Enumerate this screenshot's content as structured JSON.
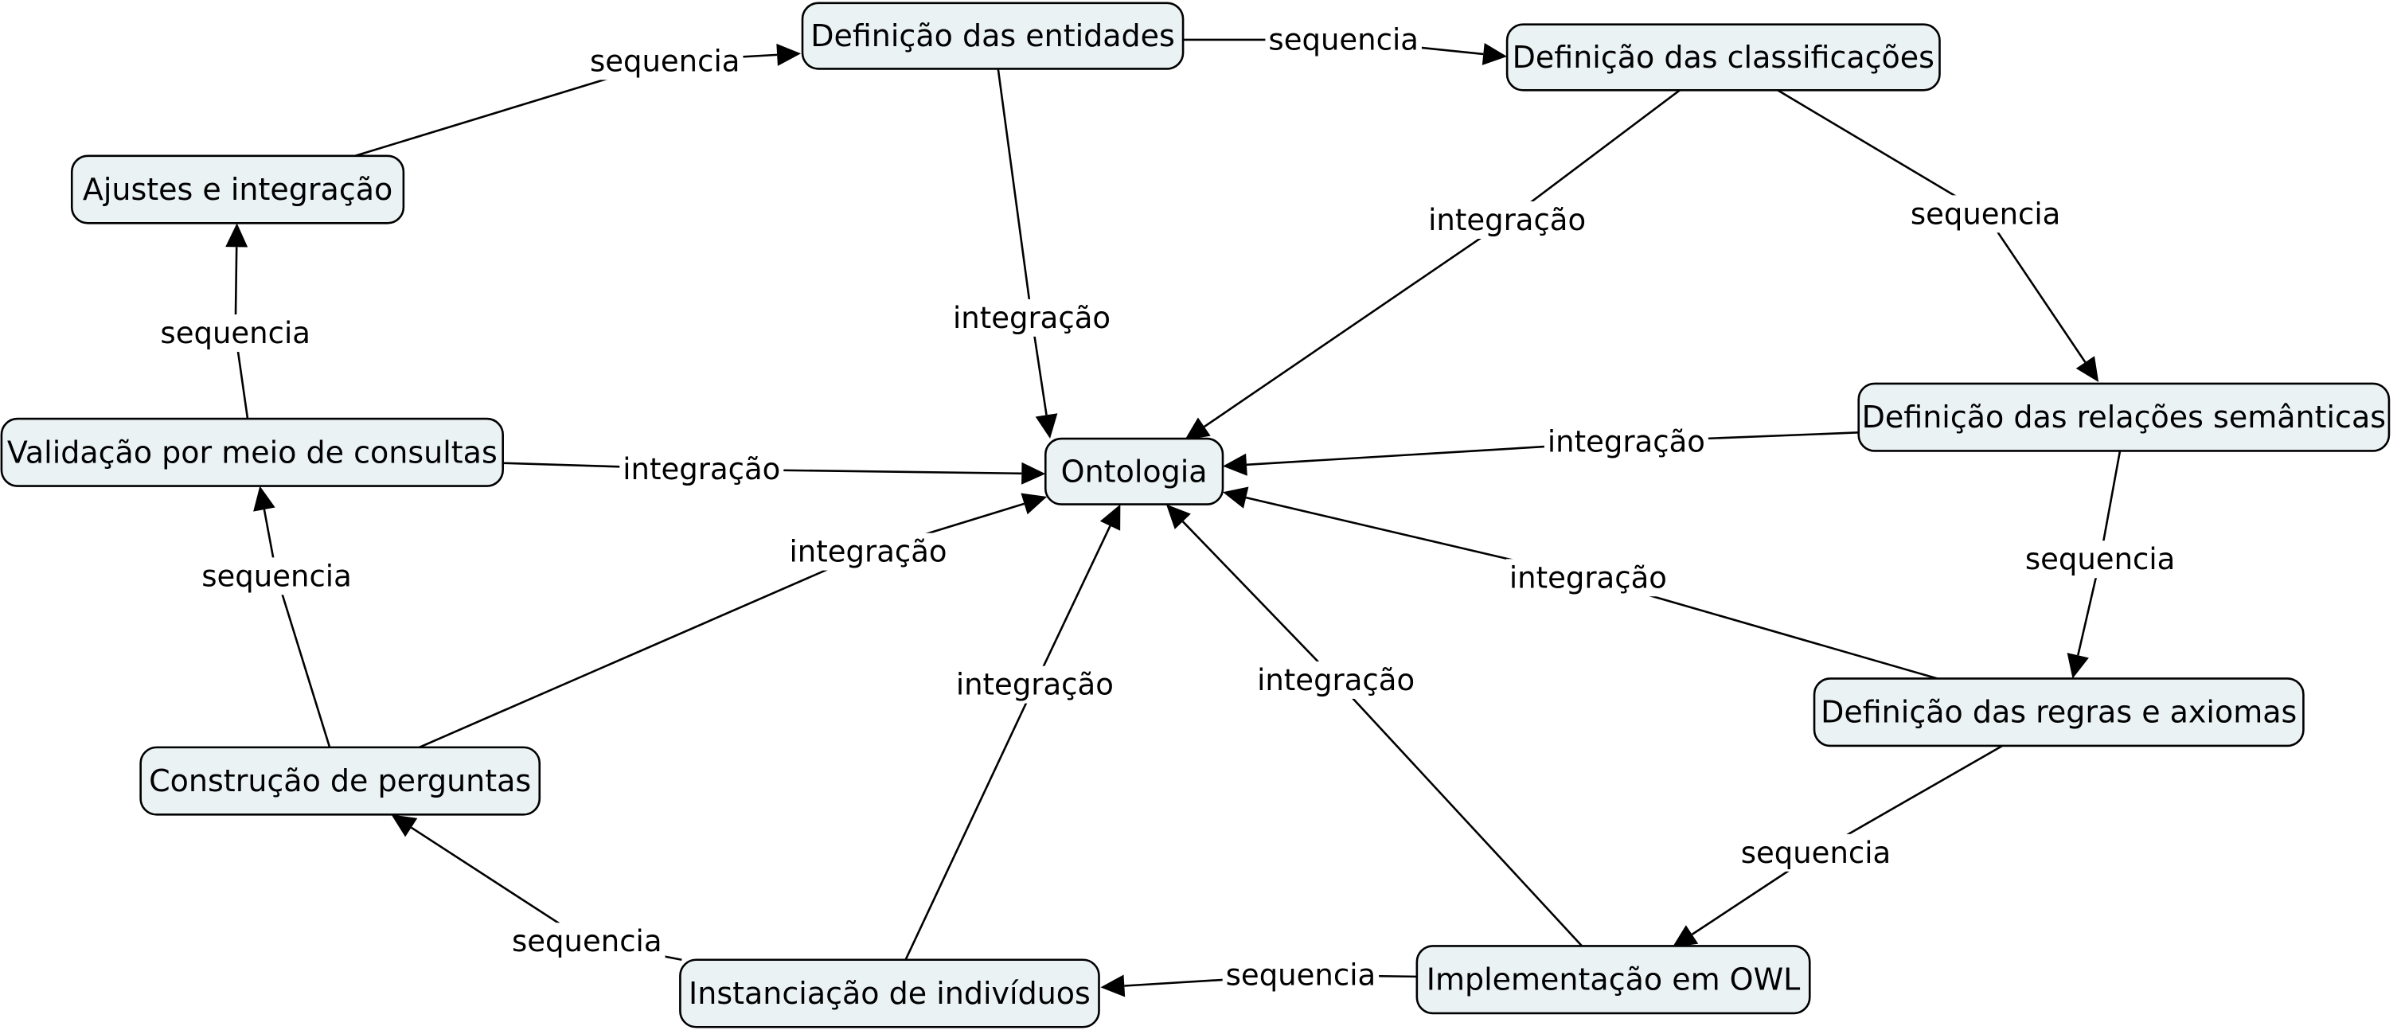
{
  "nodes": {
    "ontologia": "Ontologia",
    "definicao_entidades": "Definição das entidades",
    "definicao_classificacoes": "Definição das classificações",
    "definicao_relacoes": "Definição das relações semânticas",
    "definicao_regras": "Definição das regras e axiomas",
    "implementacao_owl": "Implementação em OWL",
    "instanciacao": "Instanciação de indivíduos",
    "construcao_perguntas": "Construção de perguntas",
    "validacao": "Validação por meio de consultas",
    "ajustes": "Ajustes e integração"
  },
  "links": [
    {
      "id": "ajustes-to-entidades",
      "from": "ajustes",
      "to": "definicao_entidades",
      "label": "sequencia"
    },
    {
      "id": "entidades-to-classificacoes",
      "from": "definicao_entidades",
      "to": "definicao_classificacoes",
      "label": "sequencia"
    },
    {
      "id": "classificacoes-to-relacoes",
      "from": "definicao_classificacoes",
      "to": "definicao_relacoes",
      "label": "sequencia"
    },
    {
      "id": "relacoes-to-regras",
      "from": "definicao_relacoes",
      "to": "definicao_regras",
      "label": "sequencia"
    },
    {
      "id": "regras-to-owl",
      "from": "definicao_regras",
      "to": "implementacao_owl",
      "label": "sequencia"
    },
    {
      "id": "owl-to-instanciacao",
      "from": "implementacao_owl",
      "to": "instanciacao",
      "label": "sequencia"
    },
    {
      "id": "instanciacao-to-perguntas",
      "from": "instanciacao",
      "to": "construcao_perguntas",
      "label": "sequencia"
    },
    {
      "id": "perguntas-to-validacao",
      "from": "construcao_perguntas",
      "to": "validacao",
      "label": "sequencia"
    },
    {
      "id": "validacao-to-ajustes",
      "from": "validacao",
      "to": "ajustes",
      "label": "sequencia"
    },
    {
      "id": "entidades-to-ontologia",
      "from": "definicao_entidades",
      "to": "ontologia",
      "label": "integração"
    },
    {
      "id": "classificacoes-to-ontologia",
      "from": "definicao_classificacoes",
      "to": "ontologia",
      "label": "integração"
    },
    {
      "id": "relacoes-to-ontologia",
      "from": "definicao_relacoes",
      "to": "ontologia",
      "label": "integração"
    },
    {
      "id": "regras-to-ontologia",
      "from": "definicao_regras",
      "to": "ontologia",
      "label": "integração"
    },
    {
      "id": "owl-to-ontologia",
      "from": "implementacao_owl",
      "to": "ontologia",
      "label": "integração"
    },
    {
      "id": "instanciacao-to-ontologia",
      "from": "instanciacao",
      "to": "ontologia",
      "label": "integração"
    },
    {
      "id": "perguntas-to-ontologia",
      "from": "construcao_perguntas",
      "to": "ontologia",
      "label": "integração"
    },
    {
      "id": "validacao-to-ontologia",
      "from": "validacao",
      "to": "ontologia",
      "label": "integração"
    }
  ]
}
